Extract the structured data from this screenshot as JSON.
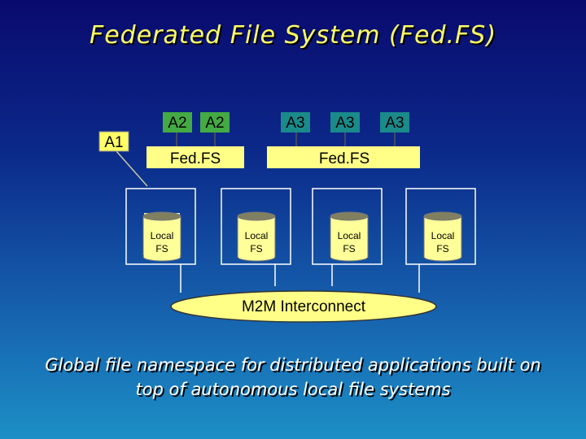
{
  "title": "Federated File System (Fed.FS)",
  "apps": {
    "a1": "A1",
    "a2_left": "A2",
    "a2_right": "A2",
    "a3_1": "A3",
    "a3_2": "A3",
    "a3_3": "A3"
  },
  "fedfs": {
    "left": "Fed.FS",
    "right": "Fed.FS"
  },
  "local_fs": [
    {
      "line1": "Local",
      "line2": "FS"
    },
    {
      "line1": "Local",
      "line2": "FS"
    },
    {
      "line1": "Local",
      "line2": "FS"
    },
    {
      "line1": "Local",
      "line2": "FS"
    }
  ],
  "interconnect": "M2M Interconnect",
  "caption": {
    "line1": "Global file namespace for distributed applications built on",
    "line2": "top of autonomous local file systems"
  }
}
